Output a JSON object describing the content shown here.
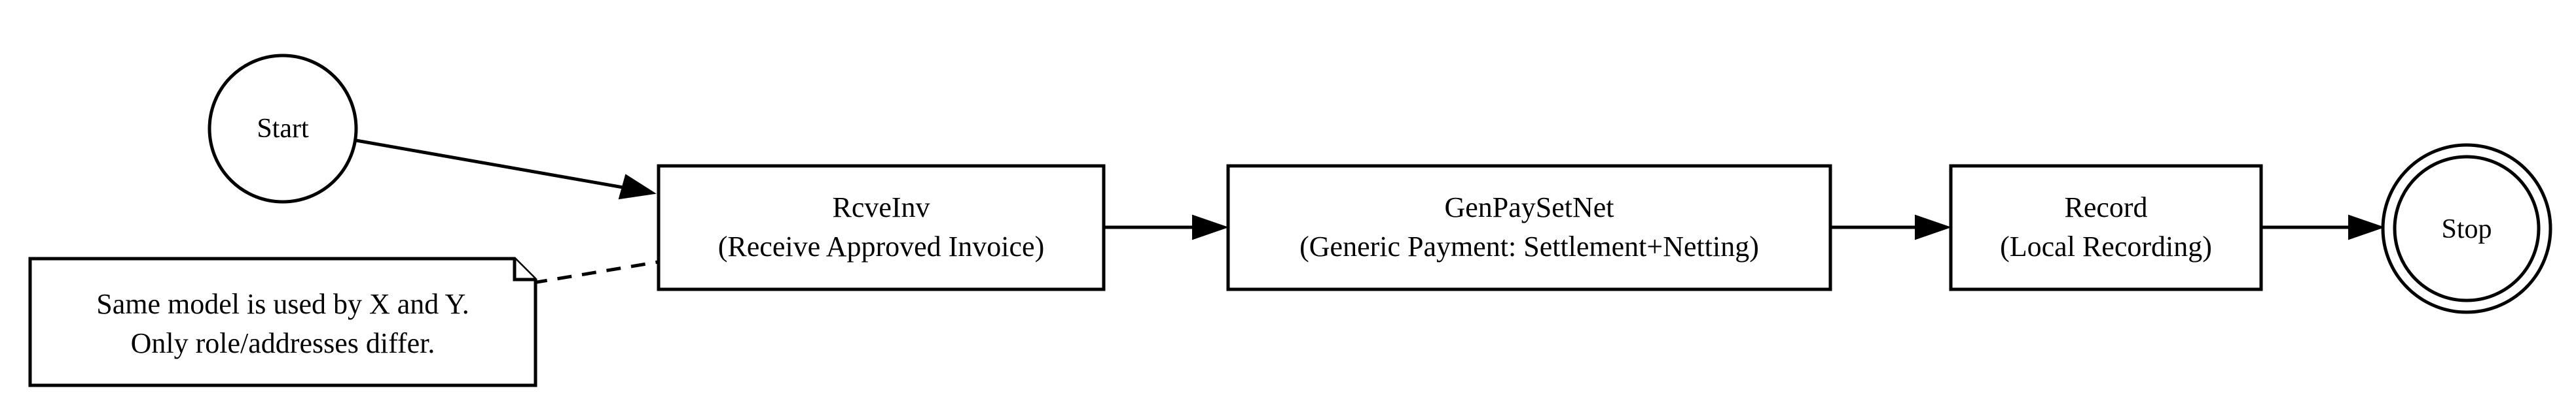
{
  "diagram": {
    "nodes": {
      "start": {
        "label": "Start"
      },
      "rcveinv": {
        "line1": "RcveInv",
        "line2": "(Receive Approved Invoice)"
      },
      "genpaysetnet": {
        "line1": "GenPaySetNet",
        "line2": "(Generic Payment: Settlement+Netting)"
      },
      "record": {
        "line1": "Record",
        "line2": "(Local Recording)"
      },
      "stop": {
        "label": "Stop"
      }
    },
    "note": {
      "line1": "Same model is used by X and Y.",
      "line2": "Only role/addresses differ."
    },
    "colors": {
      "stroke": "#000000",
      "fill": "#ffffff",
      "background": "#ffffff"
    }
  }
}
